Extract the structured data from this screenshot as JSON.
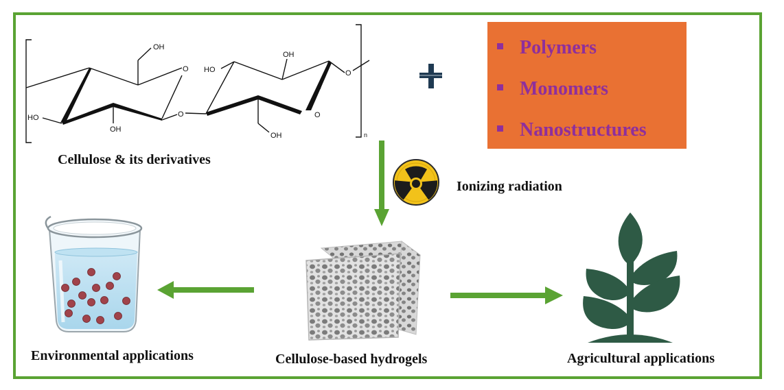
{
  "labels": {
    "cellulose": "Cellulose & its derivatives",
    "ionizing": "Ionizing radiation",
    "hydrogels": "Cellulose-based hydrogels",
    "environmental": "Environmental applications",
    "agricultural": "Agricultural applications"
  },
  "additives": [
    "Polymers",
    "Monomers",
    "Nanostructures"
  ],
  "chem": {
    "oh": "OH",
    "ho": "HO",
    "o": "O",
    "n": "n"
  },
  "colors": {
    "frame": "#5aa333",
    "arrow": "#5aa333",
    "box": "#e97133",
    "box_text": "#8e2f9c",
    "plant": "#2e5a45",
    "radiation_yellow": "#f2c21a"
  },
  "icons": [
    "plus-icon",
    "radiation-icon",
    "beaker-icon",
    "hydrogel-cube-icon",
    "plant-icon"
  ]
}
